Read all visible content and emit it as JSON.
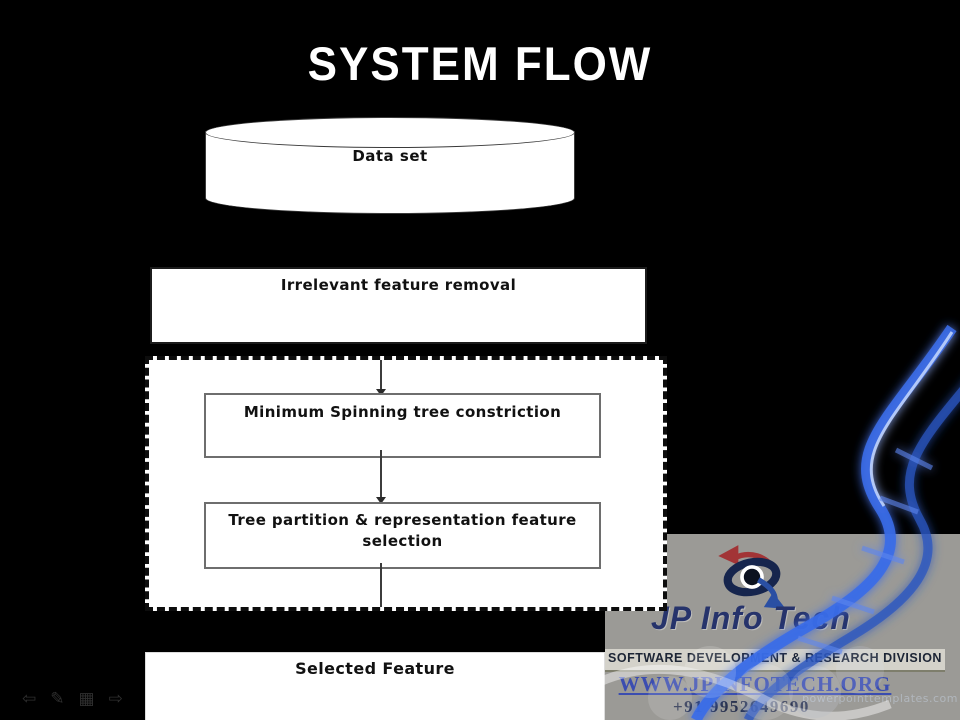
{
  "slide": {
    "title": "SYSTEM FLOW",
    "flow": {
      "dataset_label": "Data set",
      "step1": "Irrelevant feature removal",
      "step2": "Minimum Spinning tree constriction",
      "step3_line1": "Tree partition & representation feature",
      "step3_line2": "selection",
      "step4": "Selected Feature"
    }
  },
  "watermark": {
    "brand": "JP Info Tech",
    "division": "SOFTWARE DEVELOPMENT & RESEARCH DIVISION",
    "website": "WWW.JPINFOTECH.ORG",
    "phone": "+91 9952649690",
    "template_credit": "powerpointtemplates.com",
    "colors": {
      "panel": "#9b9a96",
      "brand_text": "#26336b",
      "website_text": "#3b4db0",
      "dna_blue": "#3a6ce8"
    }
  },
  "presenter_toolbar": {
    "icons": [
      {
        "name": "previous-slide",
        "glyph": "⇦"
      },
      {
        "name": "pen-tool",
        "glyph": "✎"
      },
      {
        "name": "slide-overview",
        "glyph": "▦"
      },
      {
        "name": "next-slide",
        "glyph": "⇨"
      }
    ]
  }
}
